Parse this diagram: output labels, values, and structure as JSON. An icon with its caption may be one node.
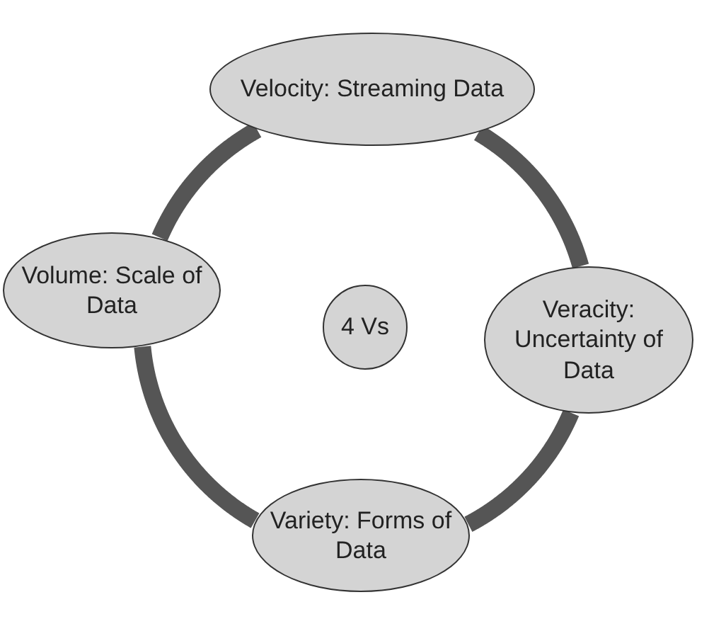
{
  "diagram": {
    "nodes": [
      {
        "text": [
          "Velocity: Streaming Data"
        ]
      },
      {
        "text": [
          "Volume: Scale of Data"
        ]
      },
      {
        "text": [
          "4 Vs"
        ]
      },
      {
        "text": [
          "Veracity: Uncertainty of Data"
        ]
      },
      {
        "text": [
          "Variety: Forms of Data"
        ]
      }
    ],
    "edges": [
      {
        "from": 0,
        "to": 3,
        "arrow": "none"
      },
      {
        "from": 3,
        "to": 4,
        "arrow": "none"
      },
      {
        "from": 4,
        "to": 1,
        "arrow": "none"
      },
      {
        "from": 1,
        "to": 0,
        "arrow": "none"
      }
    ]
  }
}
